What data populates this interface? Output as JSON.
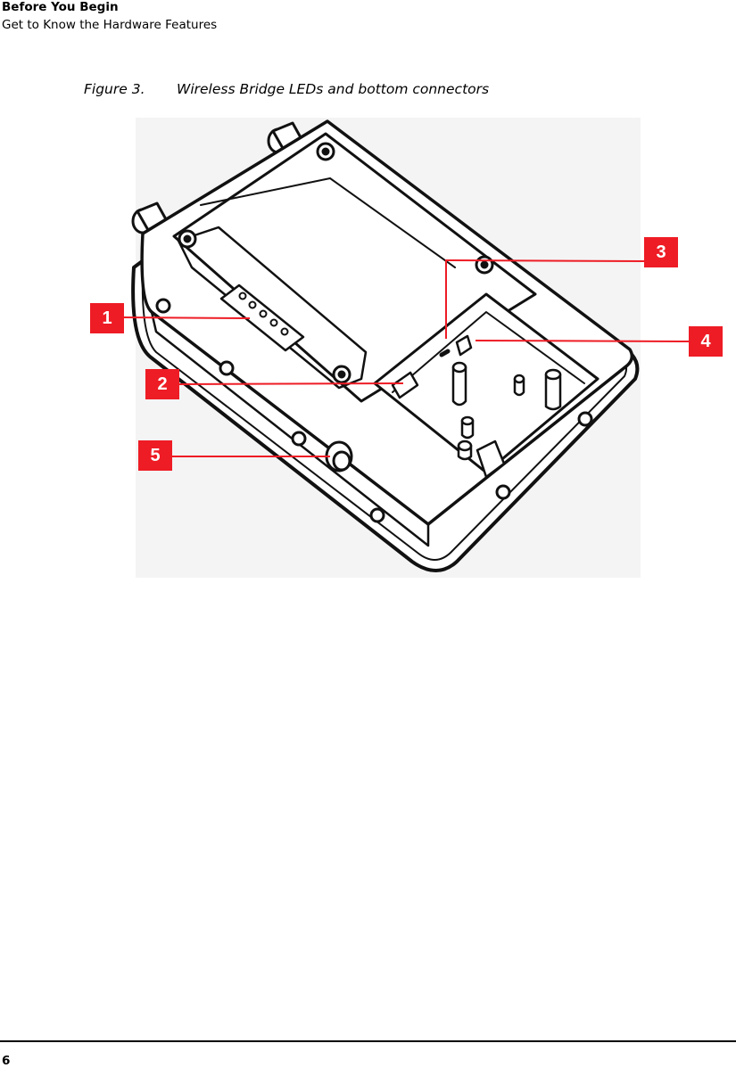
{
  "header": {
    "section": "Before You Begin",
    "subsection": "Get to Know the Hardware Features"
  },
  "figure": {
    "number": "Figure 3.",
    "title": "Wireless Bridge LEDs and bottom connectors",
    "callout_color": "#ee1c25",
    "callouts": [
      {
        "label": "1",
        "target": "led-panel"
      },
      {
        "label": "2",
        "target": "ethernet-port"
      },
      {
        "label": "3",
        "target": "reset-button"
      },
      {
        "label": "4",
        "target": "power-connector"
      },
      {
        "label": "5",
        "target": "grounding-cap"
      }
    ]
  },
  "footer": {
    "page_number": "6"
  }
}
